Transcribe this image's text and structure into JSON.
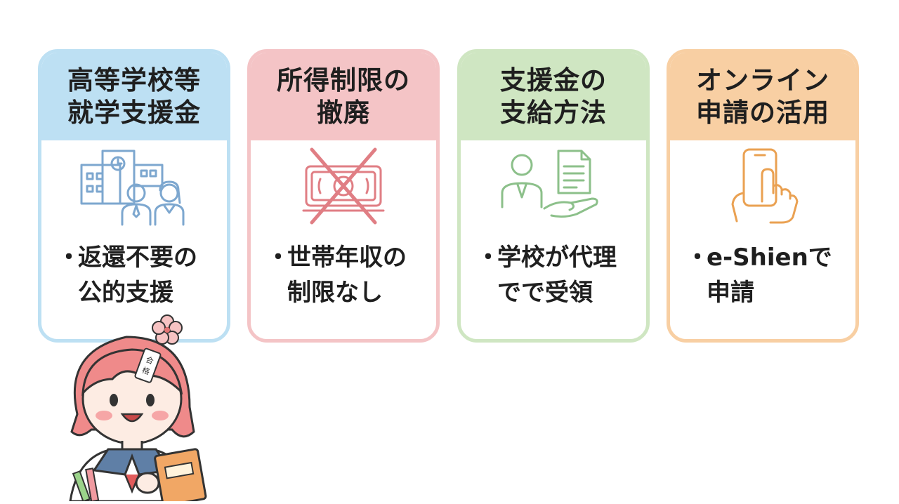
{
  "cards": [
    {
      "title_line1": "高等学校等",
      "title_line2": "就学支援金",
      "icon": "school-students-icon",
      "body_line1": "返還不要の",
      "body_line2": "公的支援",
      "color": "#bde0f3"
    },
    {
      "title_line1": "所得制限の",
      "title_line2": "撤廃",
      "icon": "crossed-money-icon",
      "body_line1": "世帯年収の",
      "body_line2": "制限なし",
      "color": "#f4c4c6"
    },
    {
      "title_line1": "支援金の",
      "title_line2": "支給方法",
      "icon": "person-document-hand-icon",
      "body_line1": "学校が代理",
      "body_line2": "でで受領",
      "color": "#cfe6c2"
    },
    {
      "title_line1": "オンライン",
      "title_line2": "申請の活用",
      "icon": "smartphone-tap-icon",
      "body_line1": "e-Shienで",
      "body_line2": "申請",
      "color": "#f8cfa3"
    }
  ],
  "bullet": "・",
  "mascot": {
    "icon": "student-girl-icon",
    "tag_text": "合格"
  }
}
